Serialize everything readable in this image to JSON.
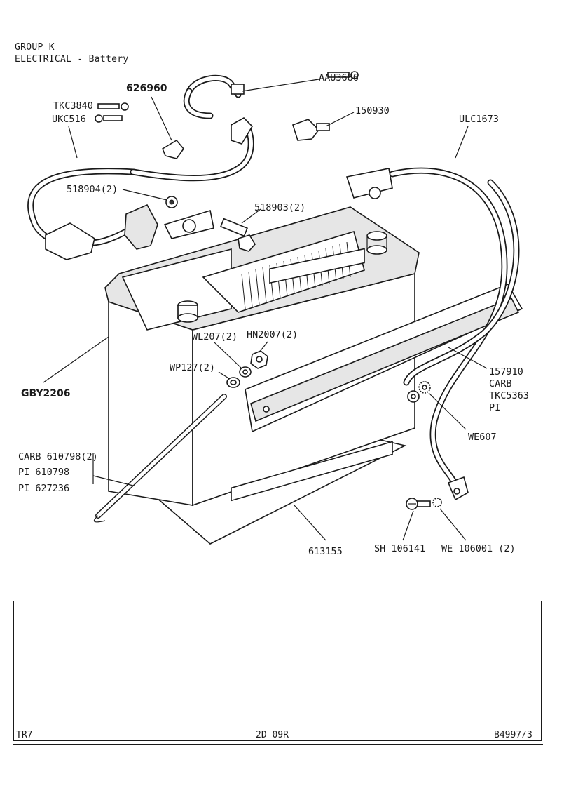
{
  "header": {
    "group": "GROUP K",
    "section": "ELECTRICAL - Battery"
  },
  "labels": {
    "aau3686": "AAU3686",
    "p626960": "626960",
    "tkc3840": "TKC3840",
    "ukc516": "UKC516",
    "p150930": "150930",
    "ulc1673": "ULC1673",
    "p518904": "518904(2)",
    "p518903": "518903(2)",
    "wl207": "WL207(2)",
    "hn2007": "HN2007(2)",
    "wp127": "WP127(2)",
    "gby2206": "GBY2206",
    "p157910": "157910",
    "carb1": "CARB",
    "tkc5363": "TKC5363",
    "pi1": "PI",
    "we607": "WE607",
    "carb610798": "CARB 610798(2)",
    "pi610798": "PI 610798",
    "pi627236": "PI 627236",
    "p613155": "613155",
    "sh106141": "SH 106141",
    "we106001": "WE 106001 (2)"
  },
  "footer": {
    "model": "TR7",
    "page": "2D 09R",
    "ref": "B4997/3"
  }
}
